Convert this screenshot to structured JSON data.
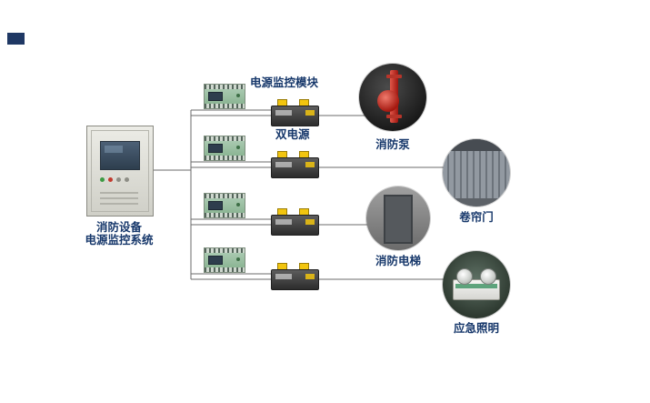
{
  "diagram": {
    "system_label": {
      "line1": "消防设备",
      "line2": "电源监控系统"
    },
    "labels": {
      "module": "电源监控模块",
      "dual_power": "双电源",
      "fire_pump": "消防泵",
      "roller_shutter": "卷帘门",
      "fire_elevator": "消防电梯",
      "emergency_lighting": "应急照明"
    },
    "colors": {
      "label_text": "#17386b",
      "corner_mark": "#1f3864",
      "switch_accent": "#f2c50f",
      "pump_red": "#c0392b",
      "module_green": "#8cb594"
    }
  }
}
